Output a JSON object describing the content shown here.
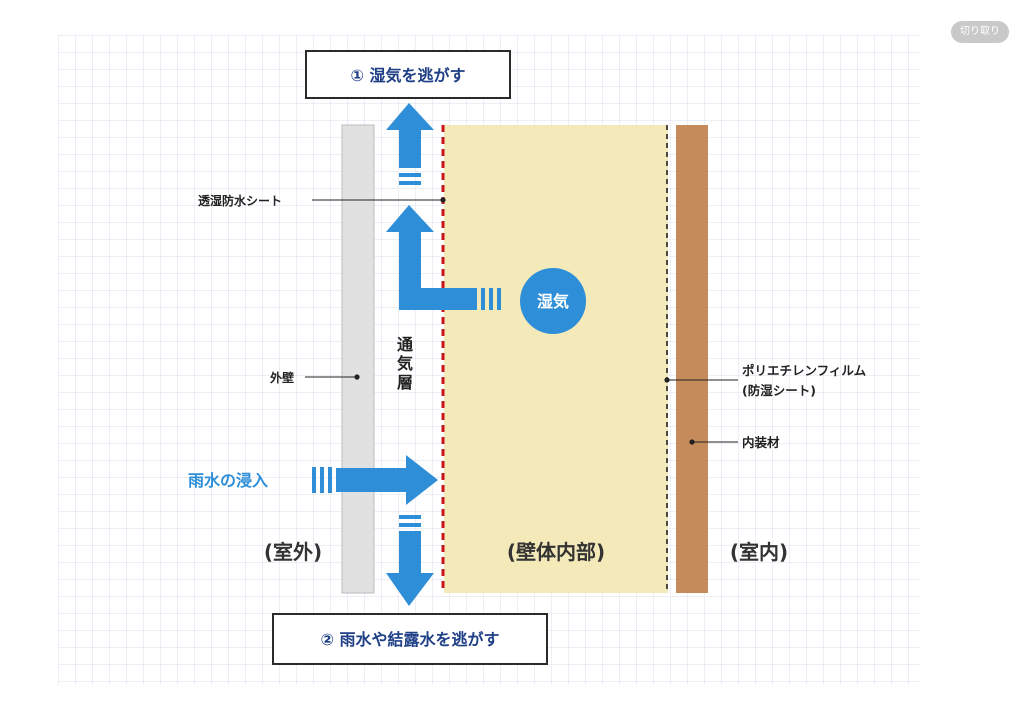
{
  "toolbar": {
    "clip_button_label": "切り取り"
  },
  "boxes": {
    "top": "① 湿気を逃がす",
    "bottom": "② 雨水や結露水を逃がす"
  },
  "labels": {
    "membrane": "透湿防水シート",
    "outer_wall": "外壁",
    "vent_layer": [
      "通",
      "気",
      "層"
    ],
    "polyethylene_line1": "ポリエチレンフィルム",
    "polyethylene_line2": "(防湿シート)",
    "interior_material": "内装材",
    "rain_intrusion": "雨水の浸入",
    "humidity_circle": "湿気"
  },
  "zones": {
    "outdoor": "(室外)",
    "wall_interior": "(壁体内部)",
    "indoor": "(室内)"
  },
  "colors": {
    "accent_blue": "#2e8fd8",
    "membrane_red": "#c8151b",
    "wall_cavity": "#f3e9b9",
    "interior_board": "#c68b5a",
    "outer_wall": "#e1e1e1",
    "grid": "#dcdcec",
    "box_border": "#2b2b2b"
  }
}
